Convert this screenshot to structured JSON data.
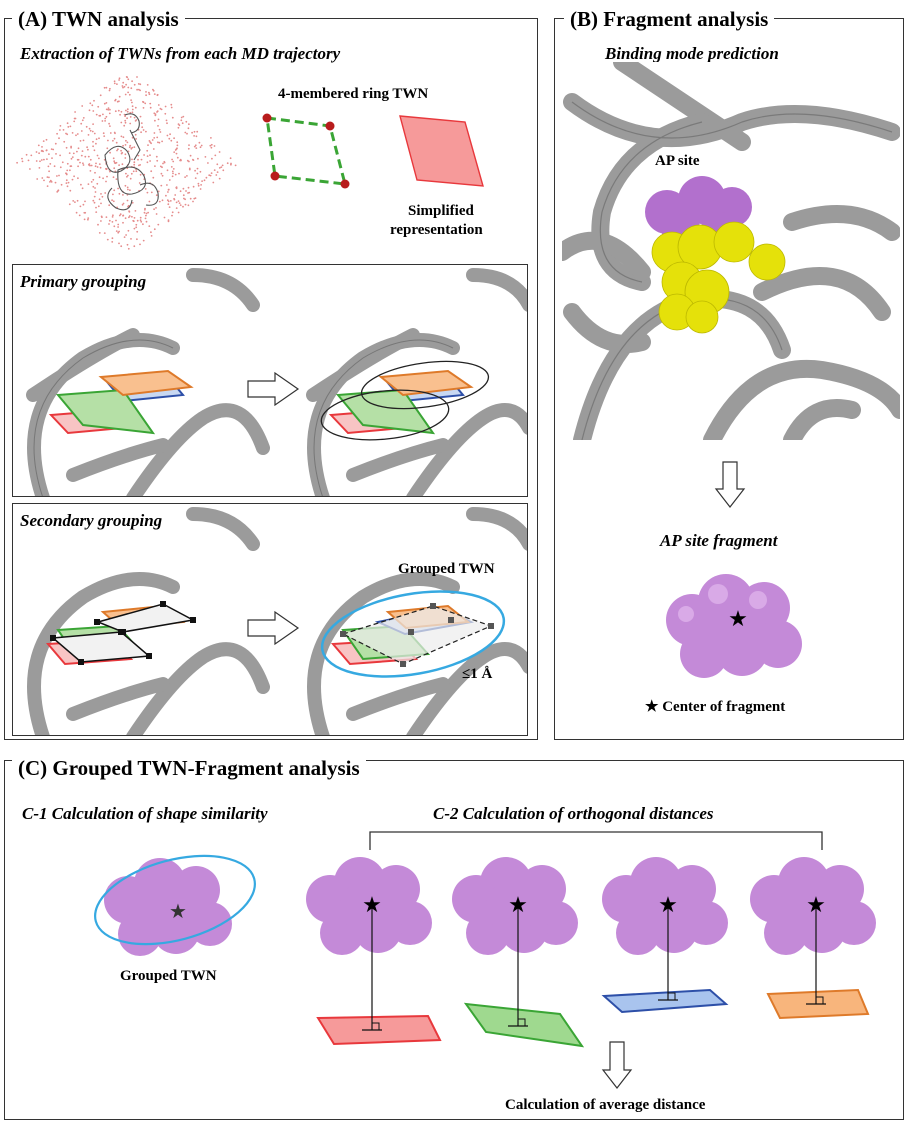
{
  "panel_a": {
    "title": "(A) TWN analysis",
    "subtitle": "Extraction of TWNs from each MD trajectory",
    "ring_label": "4-membered ring TWN",
    "simplified_label_1": "Simplified",
    "simplified_label_2": "representation",
    "primary_title": "Primary grouping",
    "secondary_title": "Secondary grouping",
    "grouped_label": "Grouped TWN",
    "distance_label": "≤1 Å"
  },
  "panel_b": {
    "title": "(B) Fragment analysis",
    "subtitle": "Binding mode prediction",
    "ap_site_label": "AP site",
    "fragment_title": "AP site fragment",
    "center_label": "★  Center of fragment"
  },
  "panel_c": {
    "title": "(C) Grouped TWN-Fragment analysis",
    "c1_title": "C-1 Calculation of shape similarity",
    "c2_title": "C-2 Calculation of orthogonal distances",
    "grouped_label": "Grouped TWN",
    "average_label": "Calculation of average distance"
  },
  "colors": {
    "red": "#e8383c",
    "green": "#3aa535",
    "blue": "#2d4fa8",
    "orange": "#de7a2a",
    "fragment": "#c07ad6",
    "ligand": "#e5e10a",
    "ellipse": "#36a9e1"
  }
}
